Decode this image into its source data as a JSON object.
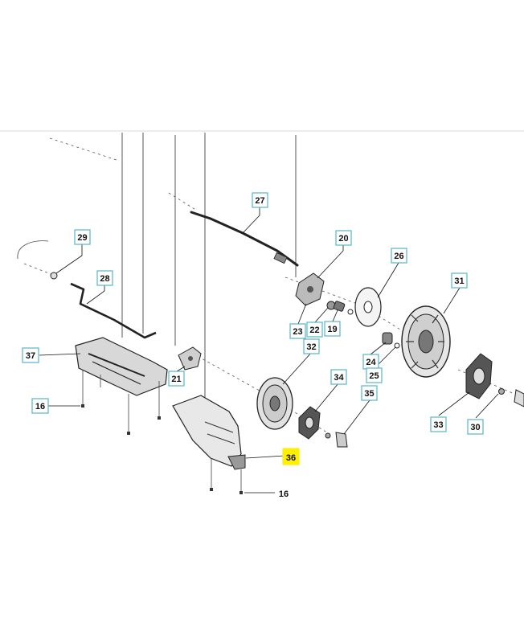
{
  "callouts": [
    {
      "id": "c27",
      "label": "27"
    },
    {
      "id": "c20",
      "label": "20"
    },
    {
      "id": "c26",
      "label": "26"
    },
    {
      "id": "c31",
      "label": "31"
    },
    {
      "id": "c29",
      "label": "29"
    },
    {
      "id": "c28",
      "label": "28"
    },
    {
      "id": "c23",
      "label": "23"
    },
    {
      "id": "c22",
      "label": "22"
    },
    {
      "id": "c19",
      "label": "19"
    },
    {
      "id": "c32",
      "label": "32"
    },
    {
      "id": "c24",
      "label": "24"
    },
    {
      "id": "c25",
      "label": "25"
    },
    {
      "id": "c37",
      "label": "37"
    },
    {
      "id": "c21",
      "label": "21"
    },
    {
      "id": "c34",
      "label": "34"
    },
    {
      "id": "c35",
      "label": "35"
    },
    {
      "id": "c16a",
      "label": "16"
    },
    {
      "id": "c33",
      "label": "33"
    },
    {
      "id": "c30",
      "label": "30"
    },
    {
      "id": "c36",
      "label": "36",
      "highlight": true
    },
    {
      "id": "c16b",
      "label": "16",
      "boxed": false
    }
  ],
  "colors": {
    "callout_border": "#57b6c8",
    "highlight": "#fff000",
    "line": "#111111"
  }
}
